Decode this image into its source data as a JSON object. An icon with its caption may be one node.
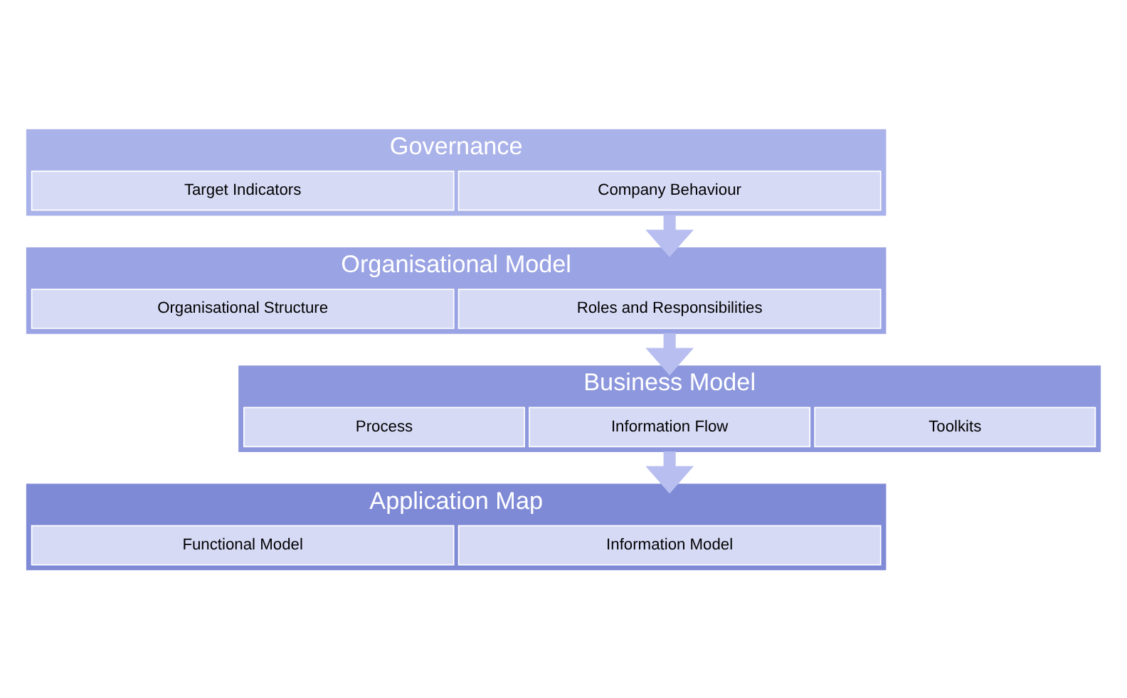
{
  "diagram": {
    "nodes": [
      {
        "text": [
          "Governance"
        ]
      },
      {
        "text": [
          "Target Indicators"
        ],
        "in": 0
      },
      {
        "text": [
          "Company Behaviour"
        ],
        "in": 0
      },
      {
        "text": [
          "Organisational Model"
        ]
      },
      {
        "text": [
          "Organisational Structure"
        ],
        "in": 3
      },
      {
        "text": [
          "Roles and Responsibilities"
        ],
        "in": 3
      },
      {
        "text": [
          "Business Model"
        ]
      },
      {
        "text": [
          "Process"
        ],
        "in": 6
      },
      {
        "text": [
          "Information Flow"
        ],
        "in": 6
      },
      {
        "text": [
          "Toolkits"
        ],
        "in": 6
      },
      {
        "text": [
          "Application Map"
        ]
      },
      {
        "text": [
          "Functional Model"
        ],
        "in": 10
      },
      {
        "text": [
          "Information Model"
        ],
        "in": 10
      }
    ],
    "edges": [
      {
        "from": 0,
        "to": 3,
        "arrow": "to"
      },
      {
        "from": 3,
        "to": 6,
        "arrow": "to"
      },
      {
        "from": 6,
        "to": 10,
        "arrow": "to"
      }
    ]
  }
}
